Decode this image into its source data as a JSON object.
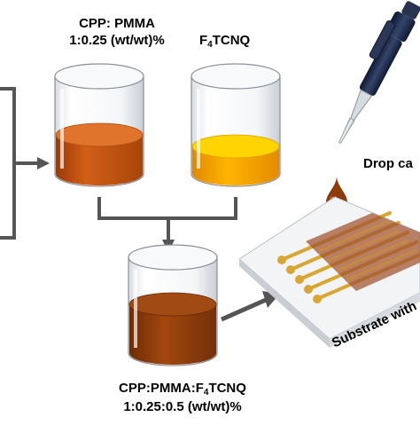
{
  "labels": {
    "cpp_pmma_name": "CPP: PMMA",
    "cpp_pmma_ratio": "1:0.25 (wt/wt)%",
    "f4tcnq_prefix": "F",
    "f4tcnq_sub": "4",
    "f4tcnq_suffix": "TCNQ",
    "mixture_prefix": "CPP:PMMA:F",
    "mixture_sub": "4",
    "mixture_suffix": "TCNQ",
    "mixture_ratio": "1:0.25:0.5 (wt/wt)%",
    "drop_cast": "Drop ca",
    "substrate": "Substrate with"
  },
  "colors": {
    "cpp_solution": "#c4520f",
    "f4tcnq_solution": "#f3a300",
    "mixture_solution": "#8f3c0a",
    "connector": "#555555",
    "electrode": "#d9a632",
    "film": "#a0522d",
    "substrate": "#e6e9ec",
    "pipette_body": "#1f2a44"
  }
}
